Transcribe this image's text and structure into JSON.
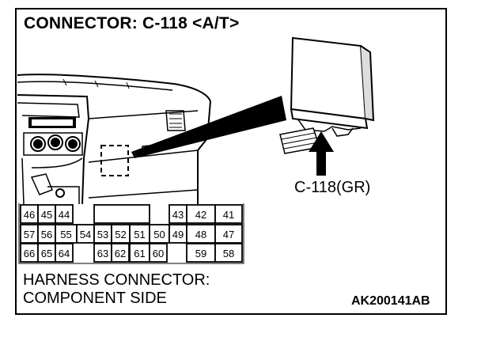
{
  "title": "CONNECTOR: C-118 <A/T>",
  "callout_label": "C-118(GR)",
  "footer_line1": "HARNESS CONNECTOR:",
  "footer_line2": "COMPONENT SIDE",
  "figure_code": "AK200141AB",
  "connector_pins": {
    "row1": [
      "46",
      "45",
      "44",
      "43",
      "42",
      "41"
    ],
    "row2": [
      "57",
      "56",
      "55",
      "54",
      "53",
      "52",
      "51",
      "50",
      "49",
      "48",
      "47"
    ],
    "row3": [
      "66",
      "65",
      "64",
      "63",
      "62",
      "61",
      "60",
      "59",
      "58"
    ]
  }
}
